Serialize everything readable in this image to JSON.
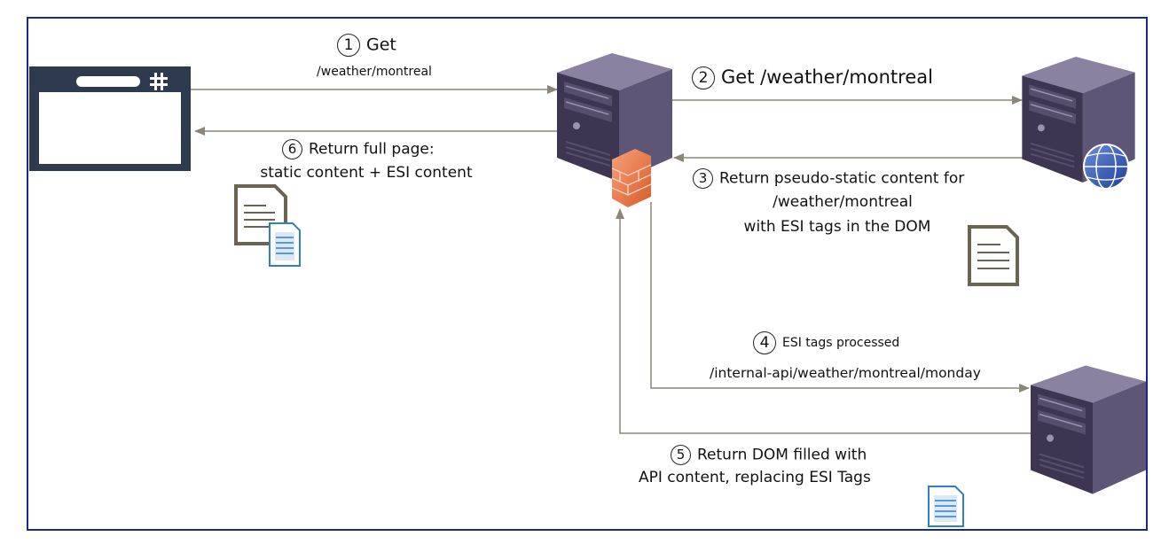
{
  "steps": [
    {
      "num": "1",
      "title": "Get",
      "lines": [
        "/weather/montreal"
      ]
    },
    {
      "num": "2",
      "title": "Get /weather/montreal",
      "lines": []
    },
    {
      "num": "3",
      "title": "Return pseudo-static content for",
      "lines": [
        "/weather/montreal",
        "with ESI tags in the DOM"
      ]
    },
    {
      "num": "4",
      "title": "ESI tags processed",
      "lines": [
        "/internal-api/weather/montreal/monday"
      ]
    },
    {
      "num": "5",
      "title": "Return DOM filled with",
      "lines": [
        "API content, replacing ESI Tags"
      ]
    },
    {
      "num": "6",
      "title": "Return full page:",
      "lines": [
        "static content + ESI content"
      ]
    }
  ],
  "colors": {
    "frame": "#1a2a8c",
    "arrow": "#8c8678",
    "browser": "#2e3b4e",
    "server_front": "#3d3552",
    "server_side": "#5e5676",
    "server_top": "#8a82a0",
    "firewall": "#e8794a",
    "doc_outline": "#6b6450",
    "doc_blue": "#2f7fc7"
  },
  "icons": {
    "browser": "browser-window-icon",
    "proxy_server": "server-icon",
    "firewall": "firewall-icon",
    "web_server": "server-icon",
    "globe": "globe-icon",
    "api_server": "server-icon",
    "document": "document-icon"
  }
}
